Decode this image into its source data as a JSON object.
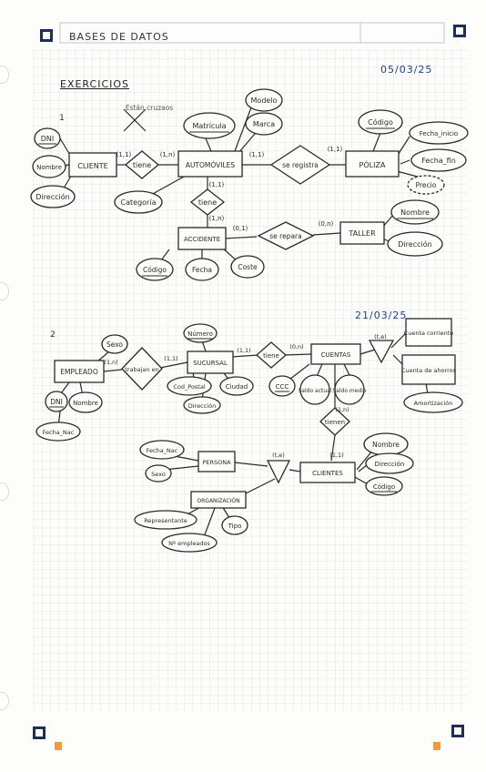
{
  "header": {
    "title": "BASES DE DATOS",
    "heading": "EXERCICIOS",
    "date1": "05/03/25",
    "date2": "21/03/25"
  },
  "exercise1": {
    "number": "1",
    "note": "Están cruzaos",
    "entities": {
      "cliente": "CLIENTE",
      "automoviles": "AUTOMÓVILES",
      "poliza": "PÓLIZA",
      "accidente": "ACCIDENTE",
      "taller": "TALLER"
    },
    "relationships": {
      "tiene1": "tiene",
      "registra": "se registra",
      "tiene2": "tiene",
      "repara": "se repara"
    },
    "attributes": {
      "dni": "DNI",
      "nombre": "Nombre",
      "direccion": "Dirección",
      "categoria": "Categoría",
      "matricula": "Matrícula",
      "modelo": "Modelo",
      "marca": "Marca",
      "codigo_poliza": "Código",
      "fecha_inicio": "Fecha_inicio",
      "fecha_fin": "Fecha_fin",
      "precio": "Precio",
      "codigo_acc": "Código",
      "fecha": "Fecha",
      "coste": "Coste",
      "nombre_taller": "Nombre",
      "direccion_taller": "Dirección"
    },
    "cardinalities": {
      "c1": "(1,1)",
      "c2": "(1,n)",
      "c3": "(1,1)",
      "c4": "(1,1)",
      "c5": "(1,1)",
      "c6": "(1,n)",
      "c7": "(0,1)",
      "c8": "(0,n)"
    }
  },
  "exercise2": {
    "number": "2",
    "entities": {
      "empleado": "EMPLEADO",
      "sucursal": "SUCURSAL",
      "cuentas": "CUENTAS",
      "persona": "PERSONA",
      "clientes": "CLIENTES",
      "organizacion": "ORGANIZACIÓN"
    },
    "relationships": {
      "trabaja": "trabajan en",
      "tiene": "tiene",
      "tienen": "tienen"
    },
    "attributes": {
      "sexo": "Sexo",
      "dni": "DNI",
      "nombre": "Nombre",
      "fecha_nac": "Fecha_Nac",
      "numero": "Número",
      "cod_postal": "Cod_Postal",
      "ciudad": "Ciudad",
      "direccion": "Dirección",
      "ccc": "CCC",
      "saldo_actual": "Saldo actual",
      "saldo_medio": "Saldo medio",
      "cuenta_corriente": "Cuenta corriente",
      "cuenta_ahorros": "Cuenta de ahorros",
      "amortizacion": "Amortización",
      "p_fecha_nac": "Fecha_Nac",
      "p_sexo": "Sexo",
      "c_nombre": "Nombre",
      "c_direccion": "Dirección",
      "c_codigo": "Código",
      "representante": "Representante",
      "tipo": "Tipo",
      "n_empleados": "Nº empleados"
    },
    "cardinalities": {
      "c1": "(1,n)",
      "c2": "(1,1)",
      "c3": "(1,1)",
      "c4": "(0,n)",
      "c5": "(t,e)",
      "c6": "(1,n)",
      "c7": "(1,1)",
      "c8": "(t,e)"
    }
  }
}
